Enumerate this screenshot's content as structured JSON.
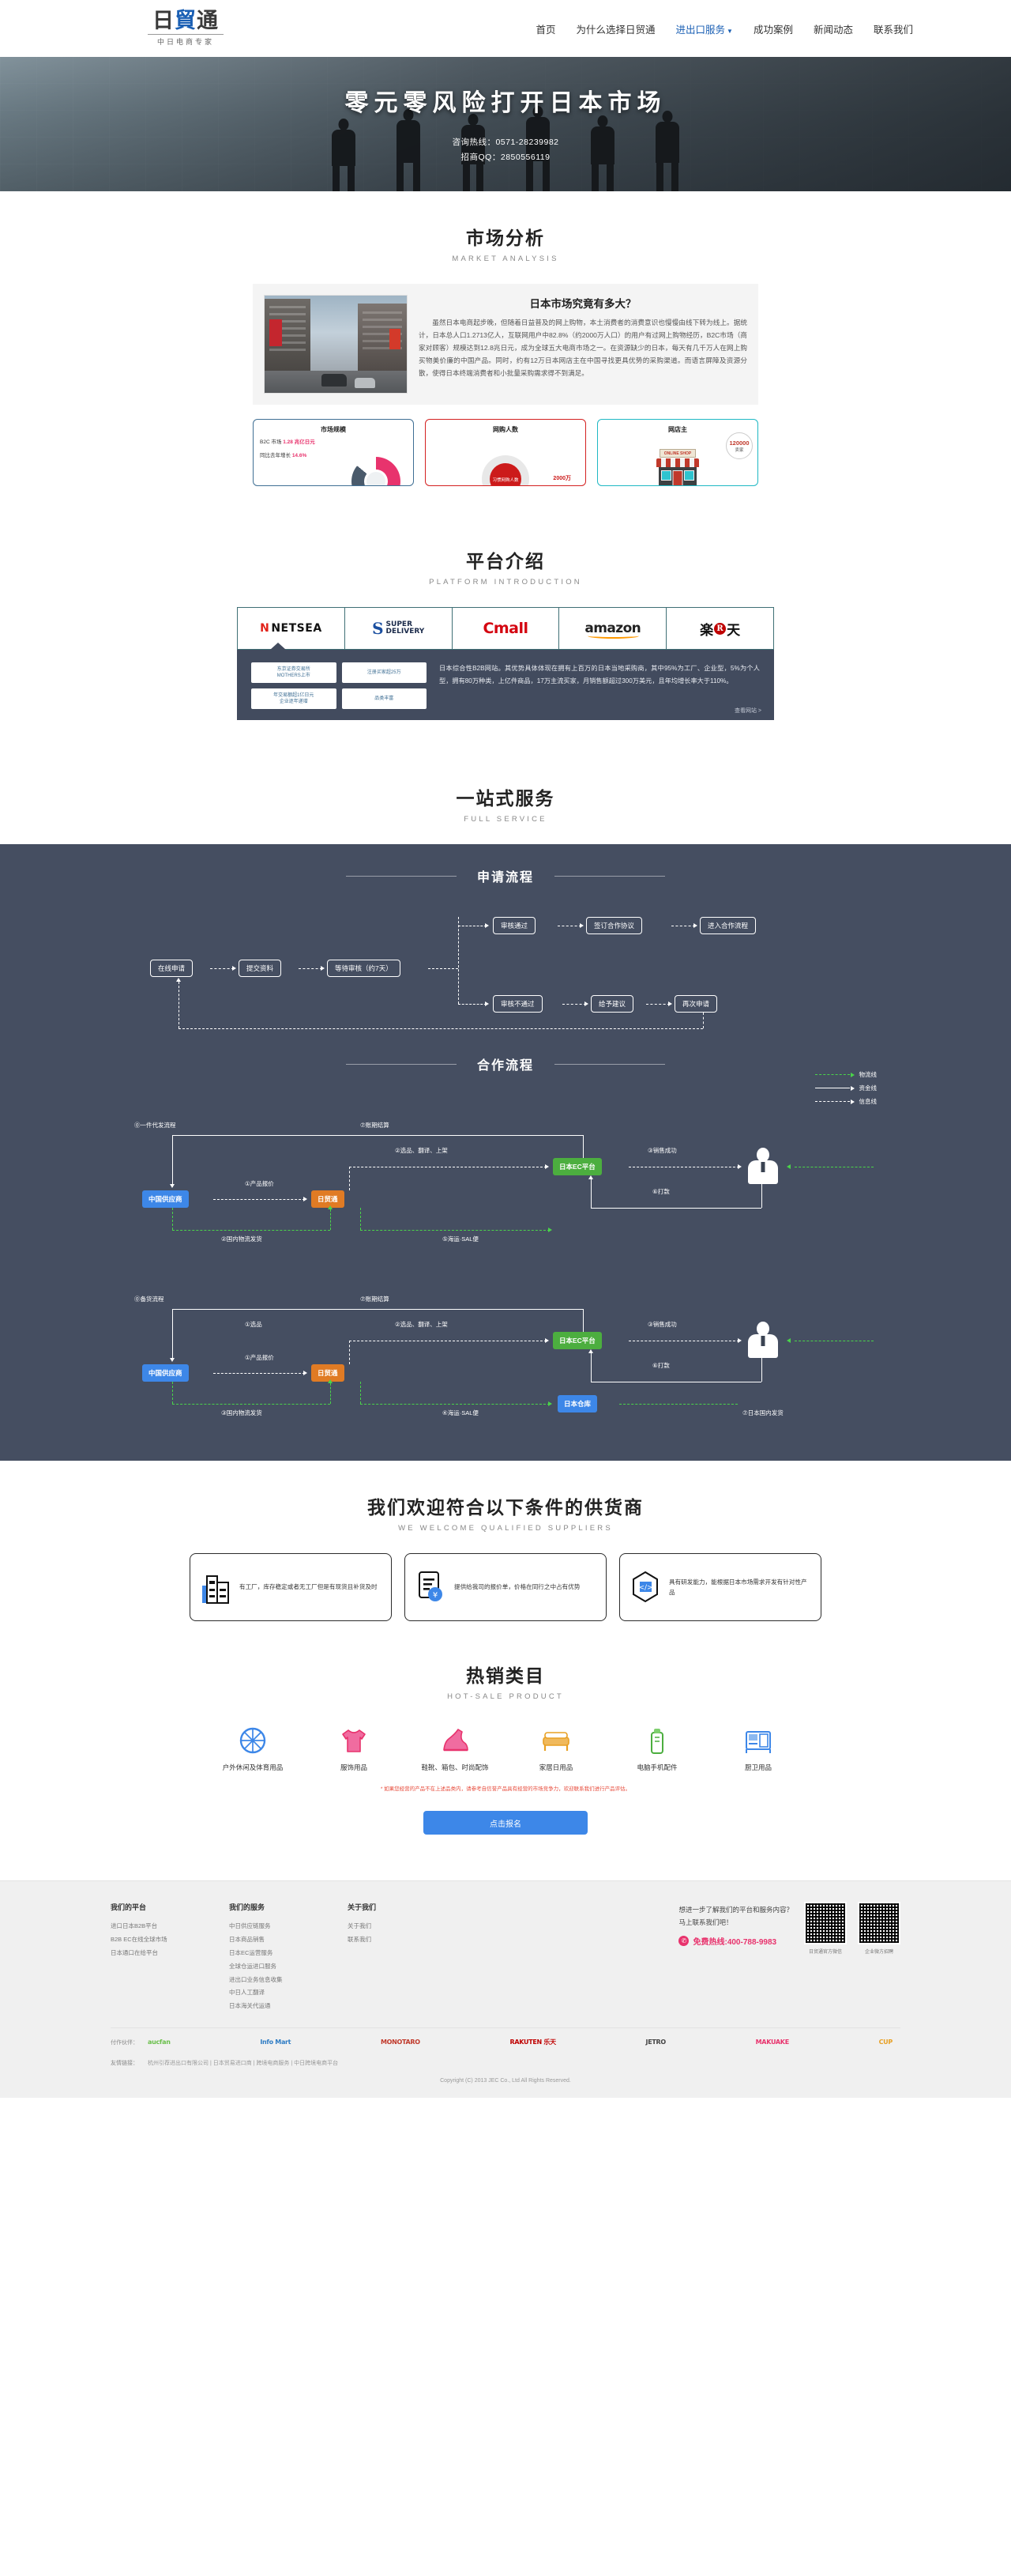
{
  "header": {
    "logo_main_1": "日",
    "logo_main_2": "貿",
    "logo_main_3": "通",
    "logo_sub": "中日电商专家",
    "nav": [
      {
        "label": "首页",
        "active": false,
        "caret": false
      },
      {
        "label": "为什么选择日贸通",
        "active": false,
        "caret": false
      },
      {
        "label": "进出口服务",
        "active": true,
        "caret": true
      },
      {
        "label": "成功案例",
        "active": false,
        "caret": false
      },
      {
        "label": "新闻动态",
        "active": false,
        "caret": false
      },
      {
        "label": "联系我们",
        "active": false,
        "caret": false
      }
    ]
  },
  "hero": {
    "title": "零元零风险打开日本市场",
    "hotline": "咨询热线：0571-28239982",
    "qq": "招商QQ：2850556119"
  },
  "market": {
    "title_cn": "市场分析",
    "title_en": "MARKET ANALYSIS",
    "heading": "日本市场究竟有多大？",
    "paragraph": "虽然日本电商起步晚，但随着日益普及的网上购物，本土消费者的消费意识也慢慢由线下转为线上。据统计，日本总人口1.2713亿人，互联网用户中82.8%（约2000万人口）的用户有过网上购物经历，B2C市场（商家对顾客）规模达到12.8兆日元，成为全球五大电商市场之一。在资源缺少的日本，每天有几千万人在网上购买物美价廉的中国产品。同时，约有12万日本网店主在中国寻找更具优势的采购渠道。而语言屏障及资源分散，使得日本终端消费者和小批量采购需求得不到满足。",
    "cards": [
      {
        "title": "市场规模",
        "line1_label": "B2C 市场",
        "line1_value": "1.28 兆亿日元",
        "line2_label": "同比去年增长",
        "line2_value": "14.6%",
        "accent": "#3f6f94"
      },
      {
        "title": "网购人数",
        "badge_label": "习惯网购人数",
        "badge_value": "2000万",
        "accent": "#d42121"
      },
      {
        "title": "网店主",
        "shop_sign": "ONLINE SHOP",
        "badge_number": "120000",
        "badge_text": "卖家",
        "accent": "#1fb8c4"
      }
    ]
  },
  "platform": {
    "title_cn": "平台介绍",
    "title_en": "PLATFORM INTRODUCTION",
    "logos": [
      "NETSEA",
      "SUPER DELIVERY",
      "Cmall",
      "amazon",
      "楽天"
    ],
    "sd_line1": "SUPER",
    "sd_line2": "DELIVERY",
    "tags": [
      "东京证券交易所\nMOTHERS上市",
      "注册买家超25万",
      "年交易额超1亿日元\n企业逐年递增",
      "品类丰富"
    ],
    "description": "日本综合性B2B网站。其优势具体体现在拥有上百万的日本当地采购商，其中95%为工厂、企业型，5%为个人型，拥有80万种类，上亿件商品，17万主流买家，月销售额超过300万美元，且年均增长率大于110%。",
    "more": "查看网站 >"
  },
  "service": {
    "title_cn": "一站式服务",
    "title_en": "FULL SERVICE",
    "apply_title": "申请流程",
    "apply_nodes": {
      "n1": "在线申请",
      "n2": "提交资料",
      "n3": "等待审核（约7天）",
      "pass": "审核通过",
      "sign": "签订合作协议",
      "enter": "进入合作流程",
      "fail": "审核不通过",
      "advice": "给予建议",
      "again": "再次申请"
    },
    "coop_title": "合作流程",
    "legend": [
      {
        "label": "物流线",
        "style": "green-dashed"
      },
      {
        "label": "资金线",
        "style": "white-solid"
      },
      {
        "label": "信息线",
        "style": "white-dashed"
      }
    ],
    "flow1": {
      "head": "⓪一件代发流程",
      "supplier": "中国供应商",
      "rmt": "日贸通",
      "ec": "日本EC平台",
      "s1": "①产品报价",
      "s2": "②选品、翻译、上架",
      "s3": "③销售成功",
      "s6": "⑥打款",
      "s7": "⑦账期结算",
      "logistics1": "②国内物流发货",
      "logistics2": "⑤海运·SAL便"
    },
    "flow2": {
      "head": "⓪备货流程",
      "supplier": "中国供应商",
      "rmt": "日贸通",
      "ec": "日本EC平台",
      "warehouse": "日本仓库",
      "s0": "①选品",
      "s1": "①产品报价",
      "s2": "②选品、翻译、上架",
      "s3": "③销售成功",
      "s6": "⑥打款",
      "s7": "⑦账期结算",
      "logistics1": "③国内物流发货",
      "logistics2": "④海运·SAL便",
      "logistics3": "⑦日本国内发货"
    }
  },
  "suppliers": {
    "title_cn": "我们欢迎符合以下条件的供货商",
    "title_en": "WE WELCOME QUALIFIED SUPPLIERS",
    "cards": [
      {
        "icon": "factory-icon",
        "text": "有工厂，库存稳定或者无工厂但是有现货且补货及时"
      },
      {
        "icon": "quotation-icon",
        "text": "提供给我司的报价单，价格在同行之中占有优势"
      },
      {
        "icon": "rnd-icon",
        "text": "具有研发能力，能根据日本市场需求开发有针对性产品"
      }
    ]
  },
  "hot": {
    "title_cn": "热销类目",
    "title_en": "HOT-SALE PRODUCT",
    "items": [
      {
        "icon": "basketball-icon",
        "name": "户外休闲及体育用品",
        "color": "#3d87e8"
      },
      {
        "icon": "tshirt-icon",
        "name": "服饰用品",
        "color": "#e8336d"
      },
      {
        "icon": "shoe-icon",
        "name": "鞋靴、箱包、时尚配饰",
        "color": "#e8336d"
      },
      {
        "icon": "furniture-icon",
        "name": "家居日用品",
        "color": "#e8a024"
      },
      {
        "icon": "phone-accessory-icon",
        "name": "电脑手机配件",
        "color": "#4cae3f"
      },
      {
        "icon": "kitchen-icon",
        "name": "厨卫用品",
        "color": "#3d87e8"
      }
    ],
    "note": "* 如果您经营的产品不在上述品类内，请参考自信誉产品具有经营的市场竞争力，欢迎联系我们进行产品评估。",
    "cta": "点击报名"
  },
  "footer": {
    "columns": [
      {
        "title": "我们的平台",
        "links": [
          "进口日本B2B平台",
          "B2B EC在线全球市场",
          "日本通口在给平台"
        ]
      },
      {
        "title": "我们的服务",
        "links": [
          "中日供应链服务",
          "日本商品销售",
          "日本EC运营服务",
          "全球仓运进口服务",
          "进出口业务信息收集",
          "中日人工翻译",
          "日本海关代运通"
        ]
      },
      {
        "title": "关于我们",
        "links": [
          "关于我们",
          "联系我们"
        ]
      }
    ],
    "cta_line1": "想进一步了解我们的平台和服务内容？",
    "cta_line2": "马上联系我们吧！",
    "tel_label": "免费热线:400-788-9983",
    "qr": [
      {
        "caption": "日贸通官方微信"
      },
      {
        "caption": "企业微方招聘"
      }
    ],
    "partner_label": "付作伙伴：",
    "partners": [
      "aucfan",
      "Info Mart",
      "MONOTARO",
      "RAKUTEN 乐天",
      "JETRO",
      "MAKUAKE",
      "CUP"
    ],
    "friendlink_label": "友情链接：",
    "friendlinks": "杭州引荐进出口有限公司 | 日本贸易进口商 | 跨境电商服务 | 中日跨境电商平台",
    "copyright": "Copyright (C) 2013 JEC Co., Ltd All Rights Reserved."
  }
}
